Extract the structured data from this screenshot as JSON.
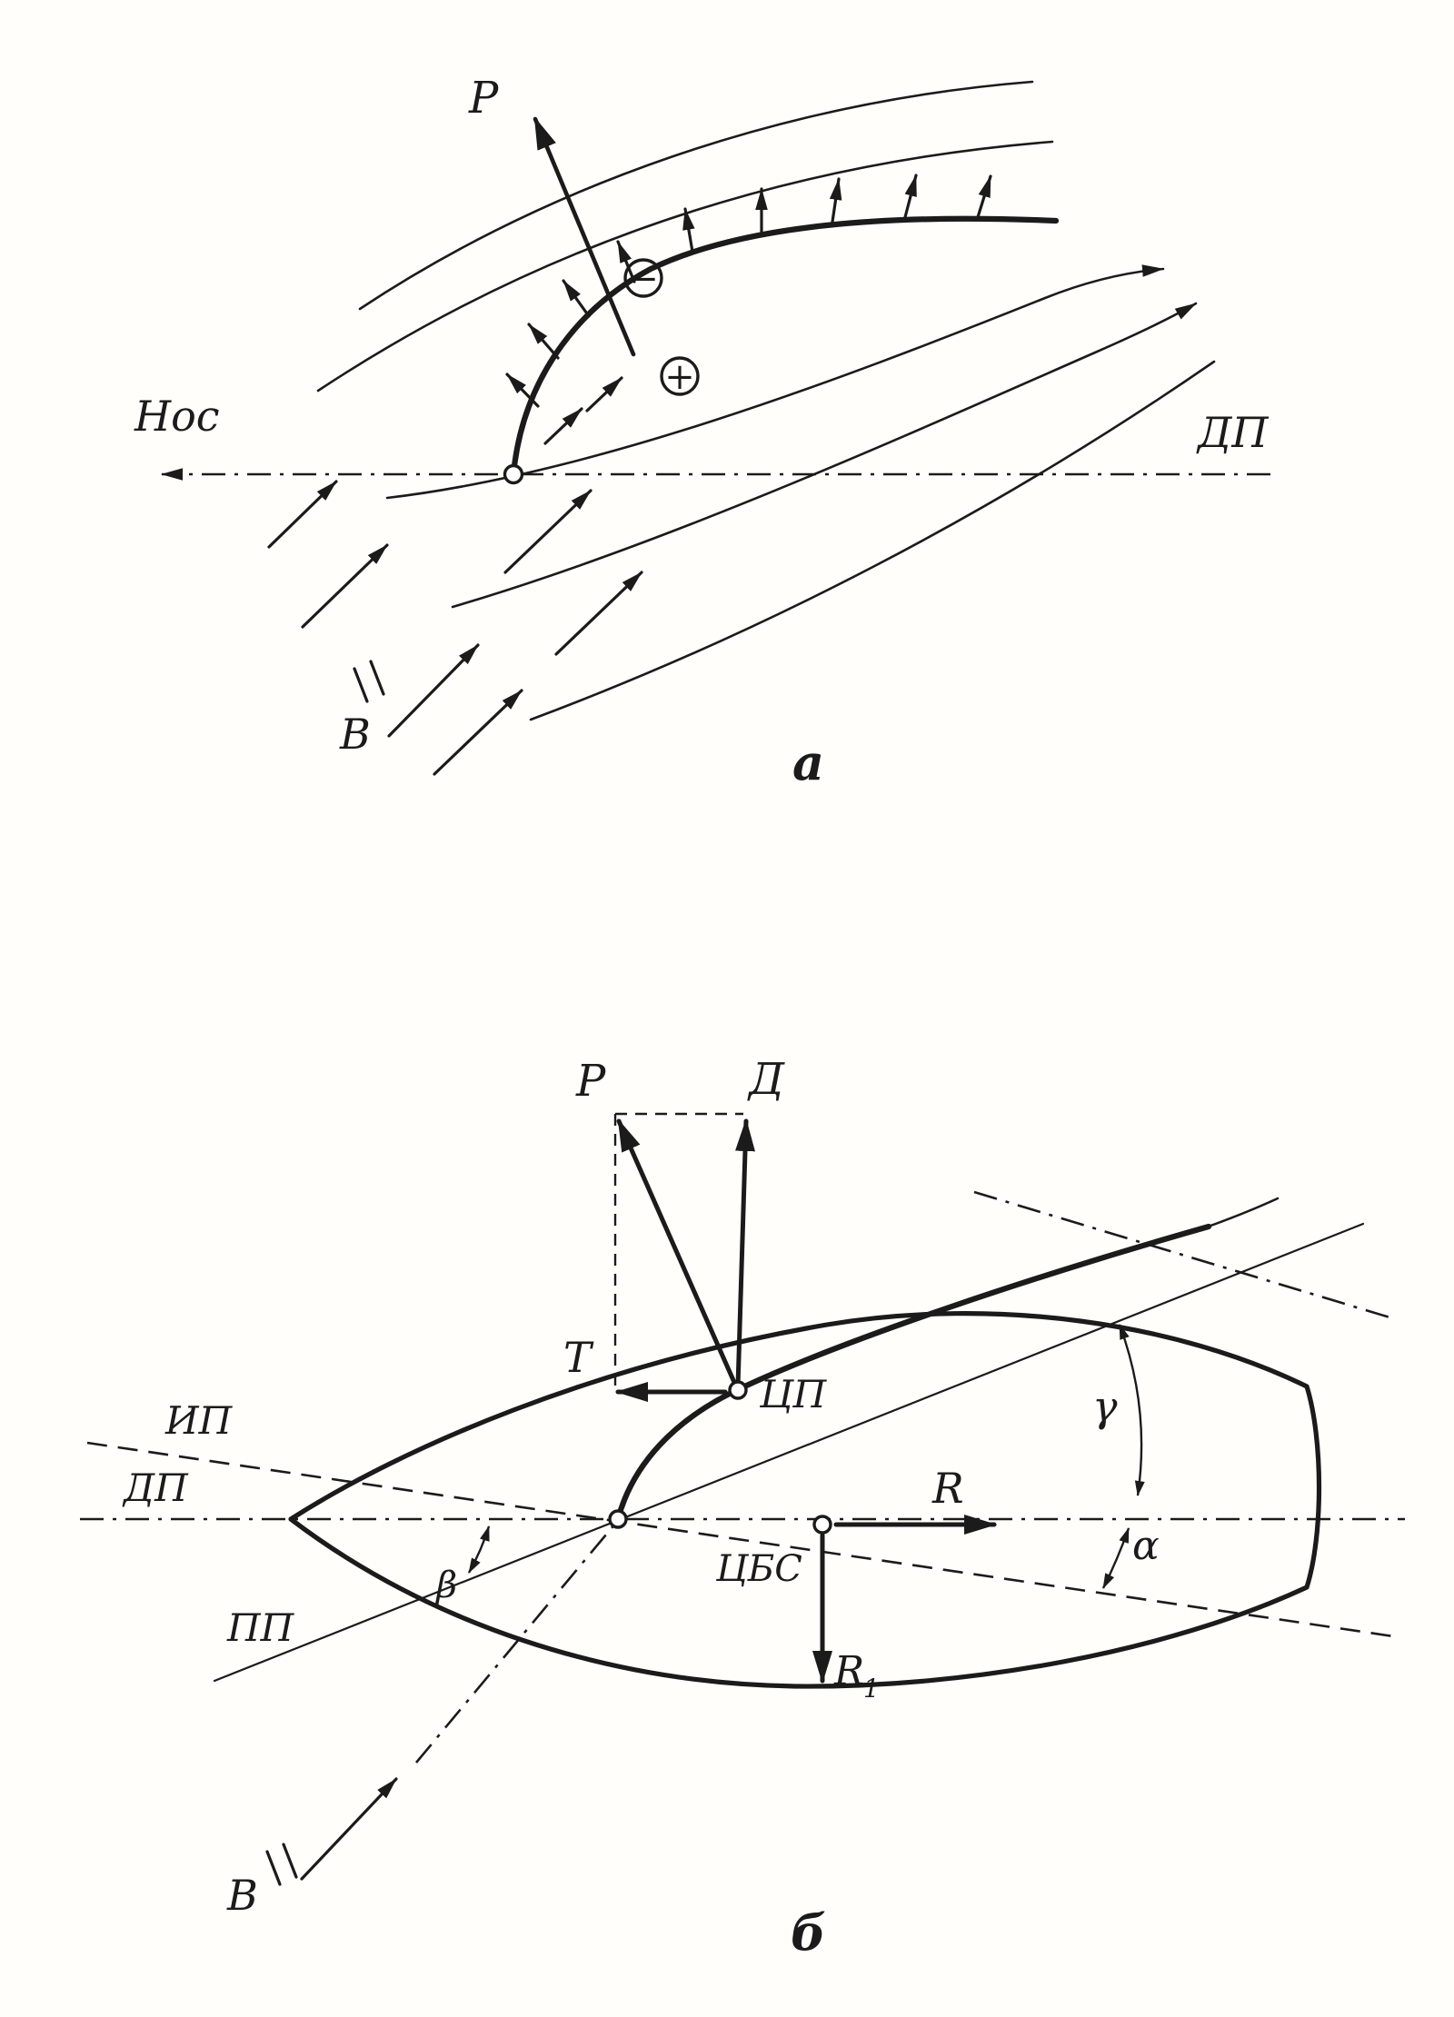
{
  "page": {
    "background": "#fffefb",
    "ink": "#1b1b1b"
  },
  "top_diagram": {
    "caption": "а",
    "force_p_label": "Р",
    "bow_label": "Нос",
    "centerline_label": "ДП",
    "wind_label": "В",
    "suction_sign": "−",
    "pressure_sign": "+"
  },
  "bottom_diagram": {
    "caption": "б",
    "force_p_label": "Р",
    "force_d_label": "Д",
    "force_t_label": "Т",
    "center_of_effort_label": "ЦП",
    "center_of_lateral_resistance_label": "ЦБС",
    "force_r_label": "R",
    "force_r1_label": "R",
    "force_r1_subscript": "1",
    "true_course_label": "ИП",
    "centerline_label": "ДП",
    "course_line_label": "ПП",
    "beta_label": "β",
    "gamma_label": "γ",
    "alpha_label": "α",
    "wind_label": "В"
  }
}
